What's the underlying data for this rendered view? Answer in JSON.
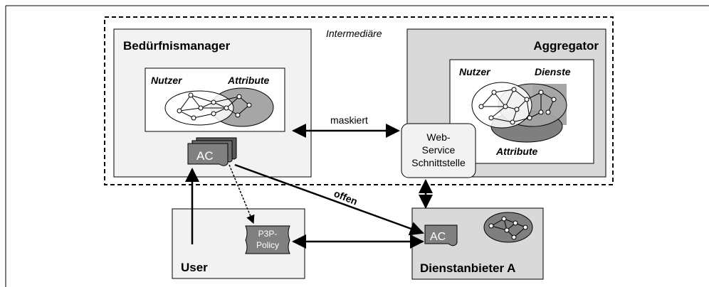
{
  "intermediary": {
    "label": "Intermediäre"
  },
  "needs_manager": {
    "title": "Bedürfnismanager",
    "users_label": "Nutzer",
    "attributes_label": "Attribute",
    "ac_label": "AC"
  },
  "aggregator": {
    "title": "Aggregator",
    "users_label": "Nutzer",
    "services_label": "Dienste",
    "attributes_label": "Attribute"
  },
  "web_service": {
    "line1": "Web-",
    "line2": "Service",
    "line3": "Schnittstelle"
  },
  "user": {
    "title": "User"
  },
  "policy": {
    "line1": "P3P-",
    "line2": "Policy"
  },
  "provider": {
    "title": "Dienstanbieter A",
    "ac_label": "AC"
  },
  "edges": {
    "masked": "maskiert",
    "open": "offen"
  },
  "colors": {
    "box_fill": "#f2f2f2",
    "aggregator_fill": "#d9d9d9",
    "ellipse_gray": "#a6a6a6",
    "dark_gray": "#808080",
    "dark_ellipse": "#7f7f7f"
  }
}
